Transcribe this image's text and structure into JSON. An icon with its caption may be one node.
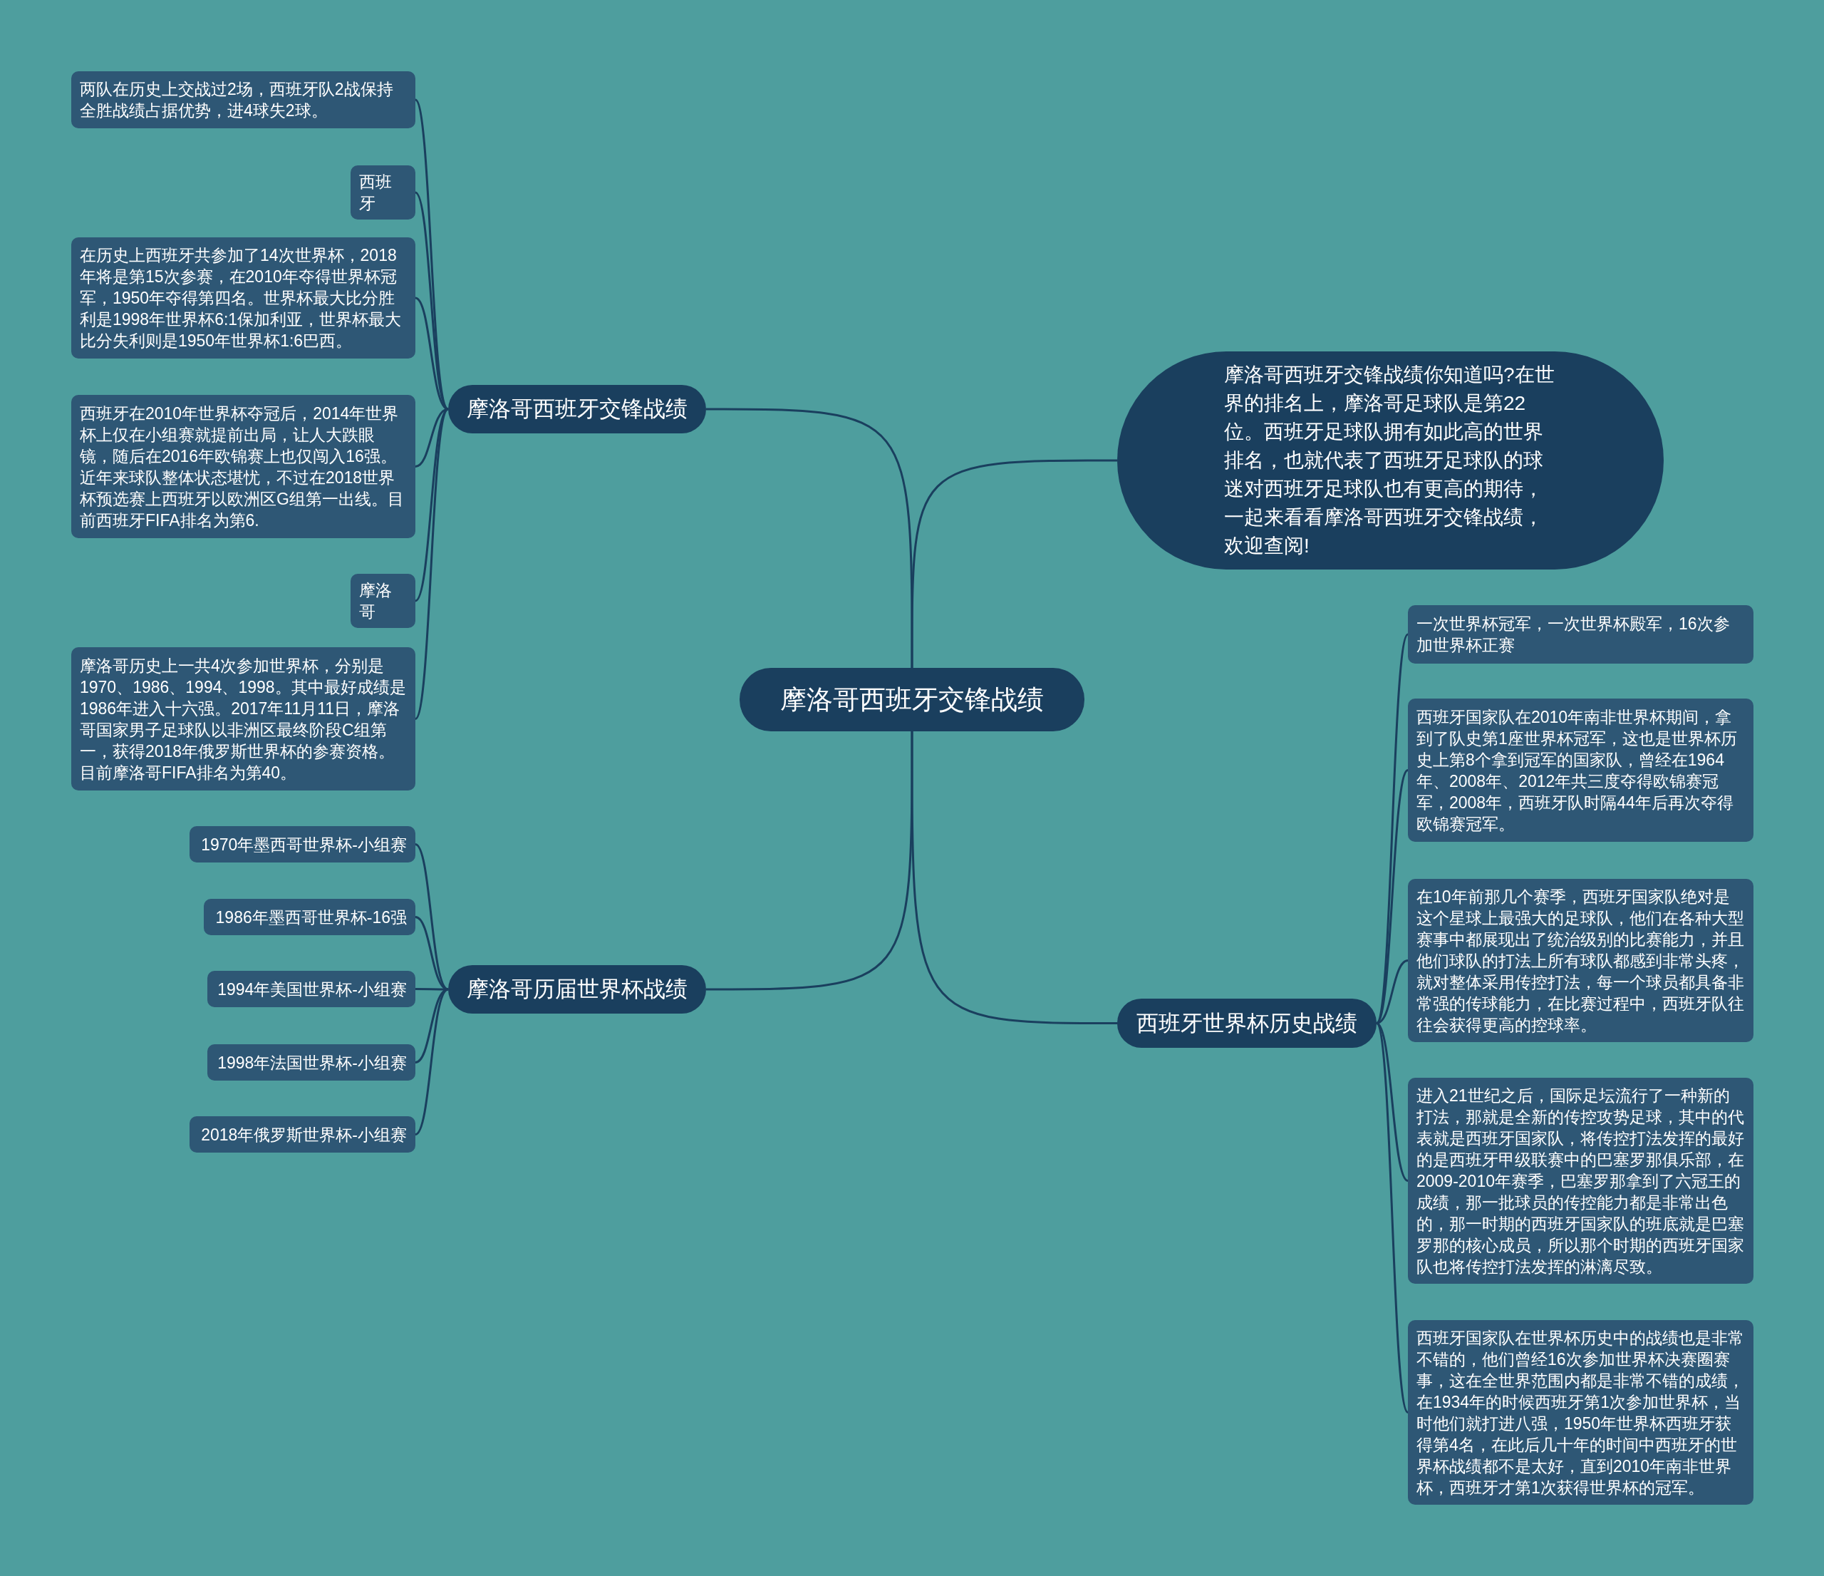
{
  "diagram": {
    "nodes": [
      {
        "text": [
          "摩洛哥西班牙交锋战绩"
        ]
      },
      {
        "text": [
          "摩洛哥西班牙交锋战绩"
        ]
      },
      {
        "text": [
          "两队在历史上交战过2场，西班牙队2战保持全胜战绩占据优势，进4球失2球。"
        ]
      },
      {
        "text": [
          "西班牙"
        ]
      },
      {
        "text": [
          "在历史上西班牙共参加了14次世界杯，2018年将是第15次参赛，在2010年夺得世界杯冠军，1950年夺得第四名。世界杯最大比分胜利是1998年世界杯6:1保加利亚，世界杯最大比分失利则是1950年世界杯1:6巴西。"
        ]
      },
      {
        "text": [
          "西班牙在2010年世界杯夺冠后，2014年世界杯上仅在小组赛就提前出局，让人大跌眼镜，随后在2016年欧锦赛上也仅闯入16强。近年来球队整体状态堪忧，不过在2018世界杯预选赛上西班牙以欧洲区G组第一出线。目前西班牙FIFA排名为第6."
        ]
      },
      {
        "text": [
          "摩洛哥"
        ]
      },
      {
        "text": [
          "摩洛哥历史上一共4次参加世界杯，分别是1970、1986、1994、1998。其中最好成绩是1986年进入十六强。2017年11月11日，摩洛哥国家男子足球队以非洲区最终阶段C组第一，获得2018年俄罗斯世界杯的参赛资格。目前摩洛哥FIFA排名为第40。"
        ]
      },
      {
        "text": [
          "摩洛哥历届世界杯战绩"
        ]
      },
      {
        "text": [
          "1970年墨西哥世界杯-小组赛"
        ]
      },
      {
        "text": [
          "1986年墨西哥世界杯-16强"
        ]
      },
      {
        "text": [
          "1994年美国世界杯-小组赛"
        ]
      },
      {
        "text": [
          "1998年法国世界杯-小组赛"
        ]
      },
      {
        "text": [
          "2018年俄罗斯世界杯-小组赛"
        ]
      },
      {
        "text": [
          "摩洛哥西班牙交锋战绩你知道吗?在世界的排名上，摩洛哥足球队是第22位。西班牙足球队拥有如此高的世界排名，也就代表了西班牙足球队的球迷对西班牙足球队也有更高的期待，一起来看看摩洛哥西班牙交锋战绩，欢迎查阅!"
        ]
      },
      {
        "text": [
          "西班牙世界杯历史战绩"
        ]
      },
      {
        "text": [
          "一次世界杯冠军，一次世界杯殿军，16次参加世界杯正赛"
        ]
      },
      {
        "text": [
          "西班牙国家队在2010年南非世界杯期间，拿到了队史第1座世界杯冠军，这也是世界杯历史上第8个拿到冠军的国家队，曾经在1964年、2008年、2012年共三度夺得欧锦赛冠军，2008年，西班牙队时隔44年后再次夺得欧锦赛冠军。"
        ]
      },
      {
        "text": [
          "在10年前那几个赛季，西班牙国家队绝对是这个星球上最强大的足球队，他们在各种大型赛事中都展现出了统治级别的比赛能力，并且他们球队的打法上所有球队都感到非常头疼，就对整体采用传控打法，每一个球员都具备非常强的传球能力，在比赛过程中，西班牙队往往会获得更高的控球率。"
        ]
      },
      {
        "text": [
          "进入21世纪之后，国际足坛流行了一种新的打法，那就是全新的传控攻势足球，其中的代表就是西班牙国家队，将传控打法发挥的最好的是西班牙甲级联赛中的巴塞罗那俱乐部，在2009-2010年赛季，巴塞罗那拿到了六冠王的成绩，那一批球员的传控能力都是非常出色的，那一时期的西班牙国家队的班底就是巴塞罗那的核心成员，所以那个时期的西班牙国家队也将传控打法发挥的淋漓尽致。"
        ]
      },
      {
        "text": [
          "西班牙国家队在世界杯历史中的战绩也是非常不错的，他们曾经16次参加世界杯决赛圈赛事，这在全世界范围内都是非常不错的成绩，在1934年的时候西班牙第1次参加世界杯，当时他们就打进八强，1950年世界杯西班牙获得第4名，在此后几十年的时间中西班牙的世界杯战绩都不是太好，直到2010年南非世界杯，西班牙才第1次获得世界杯的冠军。"
        ]
      }
    ],
    "edges": [
      {
        "from": 0,
        "to": 1,
        "arrow": "none"
      },
      {
        "from": 1,
        "to": 2,
        "arrow": "none"
      },
      {
        "from": 1,
        "to": 3,
        "arrow": "none"
      },
      {
        "from": 1,
        "to": 4,
        "arrow": "none"
      },
      {
        "from": 1,
        "to": 5,
        "arrow": "none"
      },
      {
        "from": 1,
        "to": 6,
        "arrow": "none"
      },
      {
        "from": 1,
        "to": 7,
        "arrow": "none"
      },
      {
        "from": 0,
        "to": 8,
        "arrow": "none"
      },
      {
        "from": 8,
        "to": 9,
        "arrow": "none"
      },
      {
        "from": 8,
        "to": 10,
        "arrow": "none"
      },
      {
        "from": 8,
        "to": 11,
        "arrow": "none"
      },
      {
        "from": 8,
        "to": 12,
        "arrow": "none"
      },
      {
        "from": 8,
        "to": 13,
        "arrow": "none"
      },
      {
        "from": 0,
        "to": 14,
        "arrow": "none"
      },
      {
        "from": 0,
        "to": 15,
        "arrow": "none"
      },
      {
        "from": 15,
        "to": 16,
        "arrow": "none"
      },
      {
        "from": 15,
        "to": 17,
        "arrow": "none"
      },
      {
        "from": 15,
        "to": 18,
        "arrow": "none"
      },
      {
        "from": 15,
        "to": 19,
        "arrow": "none"
      },
      {
        "from": 15,
        "to": 20,
        "arrow": "none"
      }
    ]
  }
}
